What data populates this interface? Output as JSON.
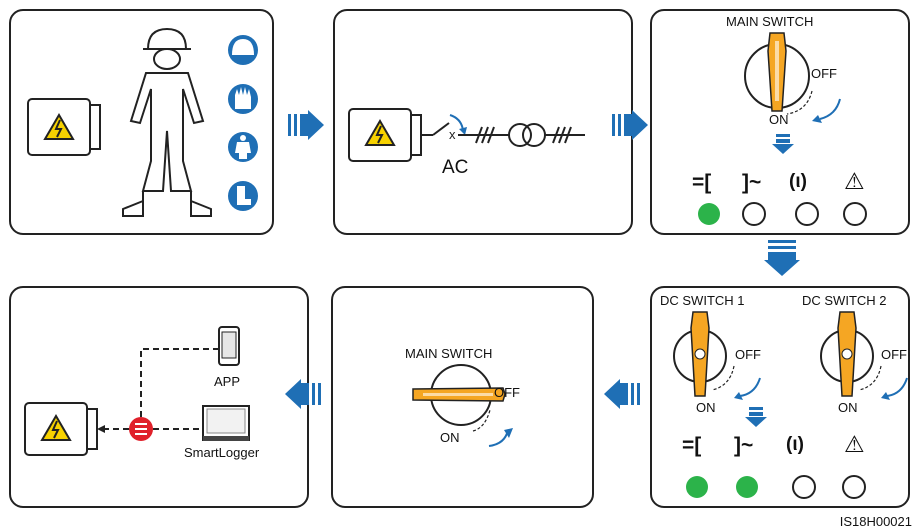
{
  "panels": {
    "p2": {
      "ac_label": "AC"
    },
    "p3": {
      "main_switch": "MAIN SWITCH",
      "off": "OFF",
      "on": "ON",
      "indicators": [
        "=[",
        "]~",
        "(ι)",
        "⚠"
      ],
      "led_states": [
        "on",
        "off",
        "off",
        "off"
      ]
    },
    "p4": {
      "dc_switch_1": "DC SWITCH 1",
      "dc_switch_2": "DC SWITCH 2",
      "off": "OFF",
      "on": "ON",
      "indicators": [
        "=[",
        "]~",
        "(ι)",
        "⚠"
      ],
      "led_states": [
        "on",
        "on",
        "off",
        "off"
      ]
    },
    "p5": {
      "main_switch": "MAIN SWITCH",
      "off": "OFF",
      "on": "ON"
    },
    "p6": {
      "app_label": "APP",
      "smartlogger_label": "SmartLogger"
    }
  },
  "figure_code": "IS18H00021",
  "colors": {
    "accent_blue": "#1f6fb5",
    "led_green": "#2cb34a",
    "switch_orange": "#f5a623",
    "hub_red": "#e0202a"
  },
  "ppe_icons": [
    "helmet-icon",
    "gloves-icon",
    "suit-icon",
    "boot-icon"
  ]
}
